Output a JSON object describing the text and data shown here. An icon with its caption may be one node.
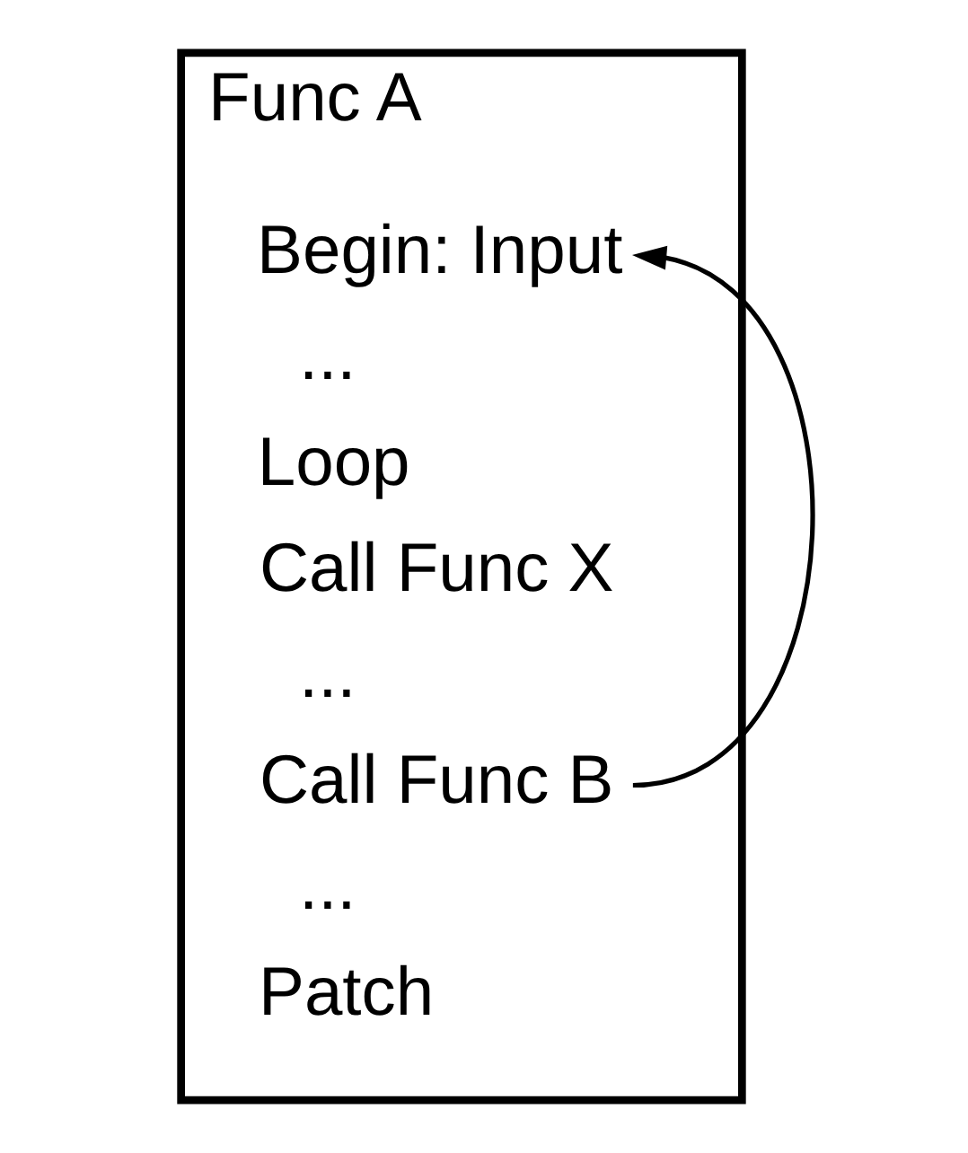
{
  "diagram": {
    "nodes": [
      {
        "text": [
          "Func A"
        ]
      },
      {
        "text": [
          "Begin: Input"
        ],
        "in": 0
      },
      {
        "text": [
          "Call Func B"
        ],
        "in": 0
      }
    ],
    "edges": [
      {
        "from": 2,
        "to": 1,
        "arrow": "to"
      }
    ],
    "labels": [
      "...",
      "Loop",
      "Call Func X",
      "...",
      "...",
      "Patch"
    ]
  }
}
